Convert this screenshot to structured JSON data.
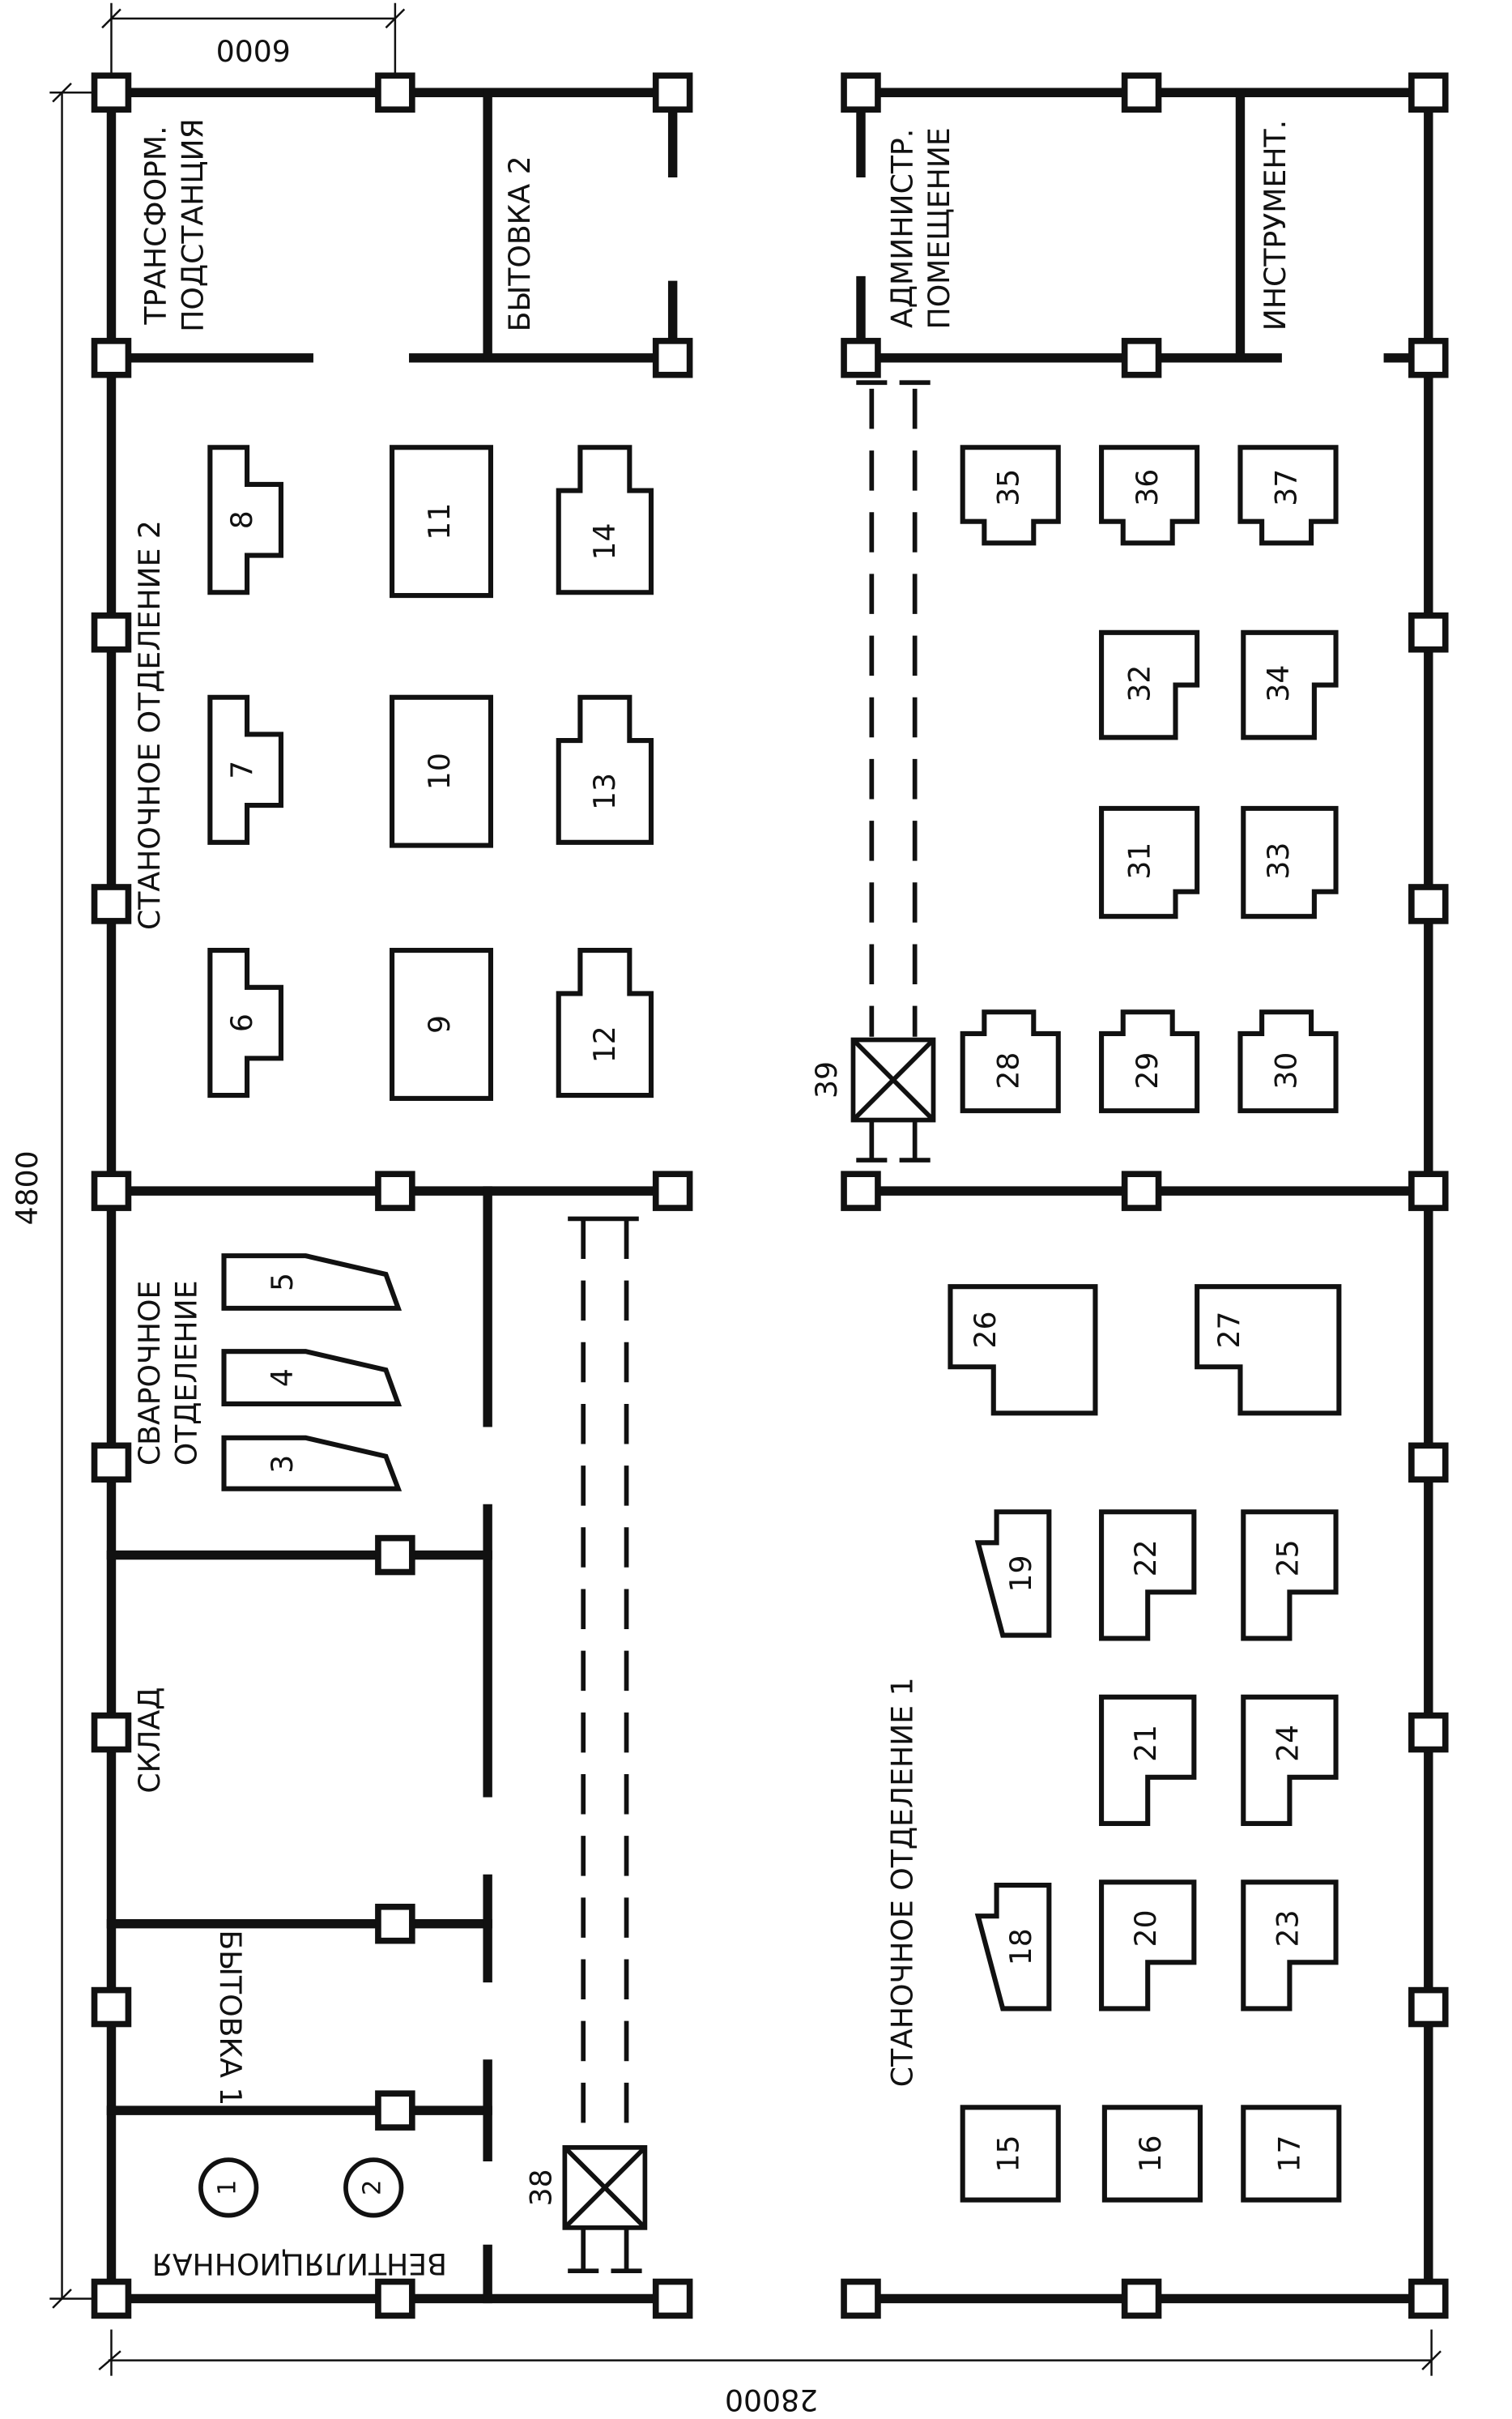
{
  "dimensions": {
    "top_bay": "6000",
    "height": "4800",
    "length": "28000"
  },
  "rooms": {
    "transformer": [
      "ТРАНСФОРМ.",
      "ПОДСТАНЦИЯ"
    ],
    "utility2": "БЫТОВКА 2",
    "admin": [
      "АДМИНИСТР.",
      "ПОМЕЩЕНИЕ"
    ],
    "tools": "ИНСТРУМЕНТ.",
    "machine2": "СТАНОЧНОЕ ОТДЕЛЕНИЕ 2",
    "welding": [
      "СВАРОЧНОЕ",
      "ОТДЕЛЕНИЕ"
    ],
    "warehouse": "СКЛАД",
    "utility1": "БЫТОВКА 1",
    "ventilation": "ВЕНТИЛЯЦИОННАЯ",
    "machine1": "СТАНОЧНОЕ ОТДЕЛЕНИЕ 1"
  },
  "equipment": {
    "e1": "1",
    "e2": "2",
    "e3": "3",
    "e4": "4",
    "e5": "5",
    "e6": "6",
    "e7": "7",
    "e8": "8",
    "e9": "9",
    "e10": "10",
    "e11": "11",
    "e12": "12",
    "e13": "13",
    "e14": "14",
    "e15": "15",
    "e16": "16",
    "e17": "17",
    "e18": "18",
    "e19": "19",
    "e20": "20",
    "e21": "21",
    "e22": "22",
    "e23": "23",
    "e24": "24",
    "e25": "25",
    "e26": "26",
    "e27": "27",
    "e28": "28",
    "e29": "29",
    "e30": "30",
    "e31": "31",
    "e32": "32",
    "e33": "33",
    "e34": "34",
    "e35": "35",
    "e36": "36",
    "e37": "37",
    "e38": "38",
    "e39": "39"
  }
}
